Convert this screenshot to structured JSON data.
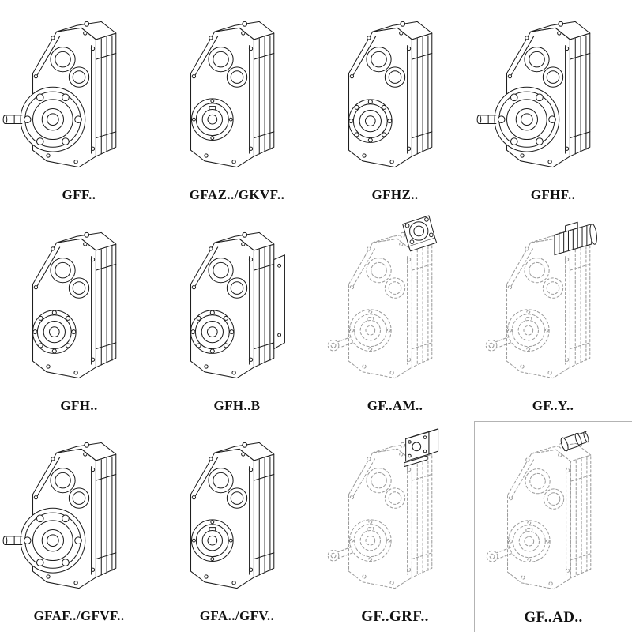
{
  "catalog": {
    "background": "#ffffff",
    "line_color": "#1c1c1c",
    "phantom_line_color": "#9b9b9b",
    "cells": [
      {
        "label": "GFF..",
        "drawing": "gearbox-output-flange",
        "style": "solid"
      },
      {
        "label": "GFAZ../GKVF..",
        "drawing": "gearbox-hollow-shaft",
        "style": "solid"
      },
      {
        "label": "GFHZ..",
        "drawing": "gearbox-hollow-shaft-bearing",
        "style": "solid"
      },
      {
        "label": "GFHF..",
        "drawing": "gearbox-output-flange",
        "style": "solid"
      },
      {
        "label": "GFH..",
        "drawing": "gearbox-hollow-shaft-bearing",
        "style": "solid"
      },
      {
        "label": "GFH..B",
        "drawing": "gearbox-hollow-shaft-backplate",
        "style": "solid"
      },
      {
        "label": "GF..AM..",
        "drawing": "gearbox-iec-adapter",
        "style": "phantom"
      },
      {
        "label": "GF..Y..",
        "drawing": "gearbox-motor-mounted",
        "style": "phantom"
      },
      {
        "label": "GFAF../GFVF..",
        "drawing": "gearbox-output-flange",
        "style": "solid"
      },
      {
        "label": "GFA../GFV..",
        "drawing": "gearbox-hollow-shaft",
        "style": "solid"
      },
      {
        "label": "GF..GRF..",
        "drawing": "gearbox-coupling-adapter",
        "style": "phantom"
      },
      {
        "label": "GF..AD..",
        "drawing": "gearbox-input-shaft",
        "style": "phantom"
      }
    ]
  }
}
